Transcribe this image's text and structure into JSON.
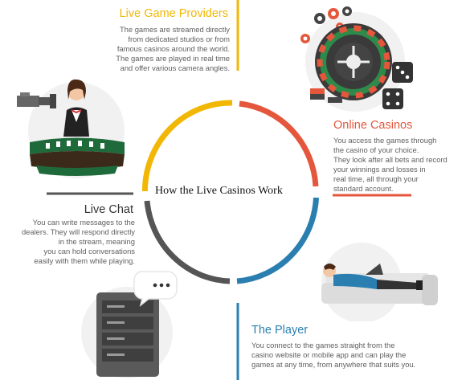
{
  "center": {
    "label": "How the Live Casinos Work"
  },
  "colors": {
    "providers": "#f2b705",
    "casinos": "#e4573d",
    "player": "#2a7fb0",
    "chat": "#555555"
  },
  "sections": {
    "providers": {
      "title": "Live Game Providers",
      "lines": [
        "The games are streamed directly",
        "from dedicated studios or from",
        "famous casinos around the world.",
        "The games are played in real time",
        "and offer various camera angles."
      ]
    },
    "casinos": {
      "title": "Online Casinos",
      "lines": [
        "You access the games through",
        "the casino of your choice.",
        "They look after all bets and record",
        "your winnings and losses in",
        "real time, all through your",
        "standard account."
      ]
    },
    "player": {
      "title": "The Player",
      "lines": [
        "You connect to the games straight from the",
        "casino website or mobile app and can play the",
        "games at any time, from anywhere that suits you."
      ]
    },
    "chat": {
      "title": "Live Chat",
      "lines": [
        "You can write messages to the",
        "dealers. They will respond directly",
        "in the stream, meaning",
        "you can hold conversations",
        "easily with them while playing."
      ]
    }
  },
  "icons": {
    "providers": "dealer-camera-icon",
    "casinos": "roulette-dice-icon",
    "player": "player-sofa-laptop-icon",
    "chat": "chat-server-icon"
  }
}
